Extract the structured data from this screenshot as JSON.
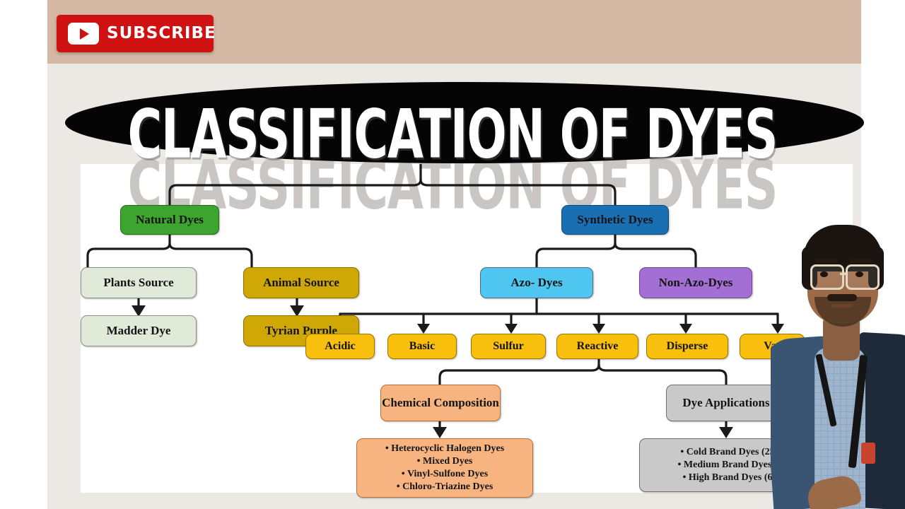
{
  "branding": {
    "subscribe_label": "SUBSCRIBE",
    "youtube_icon": "youtube-play-icon",
    "brand_red": "#cf1111"
  },
  "title": {
    "text": "CLASSIFICATION OF DYES",
    "shadow_text": "CLASSIFICATION OF DYES",
    "banner_color": "#050505",
    "text_color": "#ffffff"
  },
  "chart_data": {
    "type": "diagram",
    "subtype": "tree",
    "title": "CLASSIFICATION OF DYES",
    "root": "CLASSIFICATION OF DYES",
    "nodes": [
      {
        "id": "natural",
        "label": "Natural Dyes",
        "color": "#3da42f",
        "level": 1,
        "parent": "root"
      },
      {
        "id": "synthetic",
        "label": "Synthetic Dyes",
        "color": "#1a6fb3",
        "level": 1,
        "parent": "root"
      },
      {
        "id": "plants",
        "label": "Plants Source",
        "color": "#e1e9d8",
        "level": 2,
        "parent": "natural"
      },
      {
        "id": "animal",
        "label": "Animal Source",
        "color": "#cfa806",
        "level": 2,
        "parent": "natural"
      },
      {
        "id": "madder",
        "label": "Madder Dye",
        "color": "#e1e9d8",
        "level": 3,
        "parent": "plants"
      },
      {
        "id": "tyrian",
        "label": "Tyrian Purple",
        "color": "#cfa806",
        "level": 3,
        "parent": "animal"
      },
      {
        "id": "azo",
        "label": "Azo- Dyes",
        "color": "#4ec6ef",
        "level": 2,
        "parent": "synthetic"
      },
      {
        "id": "nonazo",
        "label": "Non-Azo-Dyes",
        "color": "#a46fd4",
        "level": 2,
        "parent": "synthetic"
      },
      {
        "id": "acidic",
        "label": "Acidic",
        "color": "#f8bf0c",
        "level": 3,
        "parent": "azo"
      },
      {
        "id": "basic",
        "label": "Basic",
        "color": "#f8bf0c",
        "level": 3,
        "parent": "azo"
      },
      {
        "id": "sulfur",
        "label": "Sulfur",
        "color": "#f8bf0c",
        "level": 3,
        "parent": "azo"
      },
      {
        "id": "reactive",
        "label": "Reactive",
        "color": "#f8bf0c",
        "level": 3,
        "parent": "azo"
      },
      {
        "id": "disperse",
        "label": "Disperse",
        "color": "#f8bf0c",
        "level": 3,
        "parent": "azo"
      },
      {
        "id": "vat",
        "label": "Vat",
        "color": "#f8bf0c",
        "level": 3,
        "parent": "azo"
      },
      {
        "id": "chemcomp",
        "label": "Chemical Composition",
        "color": "#f7b481",
        "level": 4,
        "parent": "reactive"
      },
      {
        "id": "dyeapp",
        "label": "Dye Applications",
        "color": "#c9c9c9",
        "level": 4,
        "parent": "reactive"
      },
      {
        "id": "chemlist",
        "label": "Heterocyclic Halogen Dyes / Mixed Dyes / Vinyl-Sulfone Dyes / Chloro-Triazine Dyes",
        "color": "#f7b481",
        "level": 5,
        "parent": "chemcomp"
      },
      {
        "id": "applist",
        "label": "Cold Brand Dyes (25 / Medium Brand Dyes ( / High Brand Dyes (6",
        "color": "#c9c9c9",
        "level": 5,
        "parent": "dyeapp"
      }
    ]
  },
  "nodes": {
    "natural": {
      "label": "Natural Dyes"
    },
    "synthetic": {
      "label": "Synthetic Dyes"
    },
    "plants": {
      "label": "Plants Source"
    },
    "animal": {
      "label": "Animal Source"
    },
    "madder": {
      "label": "Madder Dye"
    },
    "tyrian": {
      "label": "Tyrian Purple"
    },
    "azo": {
      "label": "Azo- Dyes"
    },
    "nonazo": {
      "label": "Non-Azo-Dyes"
    },
    "acidic": {
      "label": "Acidic"
    },
    "basic": {
      "label": "Basic"
    },
    "sulfur": {
      "label": "Sulfur"
    },
    "reactive": {
      "label": "Reactive"
    },
    "disperse": {
      "label": "Disperse"
    },
    "vat": {
      "label": "Vat"
    },
    "chemcomp": {
      "label": "Chemical Composition"
    },
    "dyeapp": {
      "label": "Dye Applications"
    }
  },
  "chem_list": {
    "items": [
      "•  Heterocyclic Halogen Dyes",
      "•  Mixed Dyes",
      "•  Vinyl-Sulfone Dyes",
      "•  Chloro-Triazine Dyes"
    ]
  },
  "app_list": {
    "items": [
      "•  Cold Brand Dyes (25",
      "•  Medium Brand Dyes (",
      "•  High Brand Dyes (6"
    ]
  },
  "presenter": {
    "description": "presenter-overlay"
  }
}
